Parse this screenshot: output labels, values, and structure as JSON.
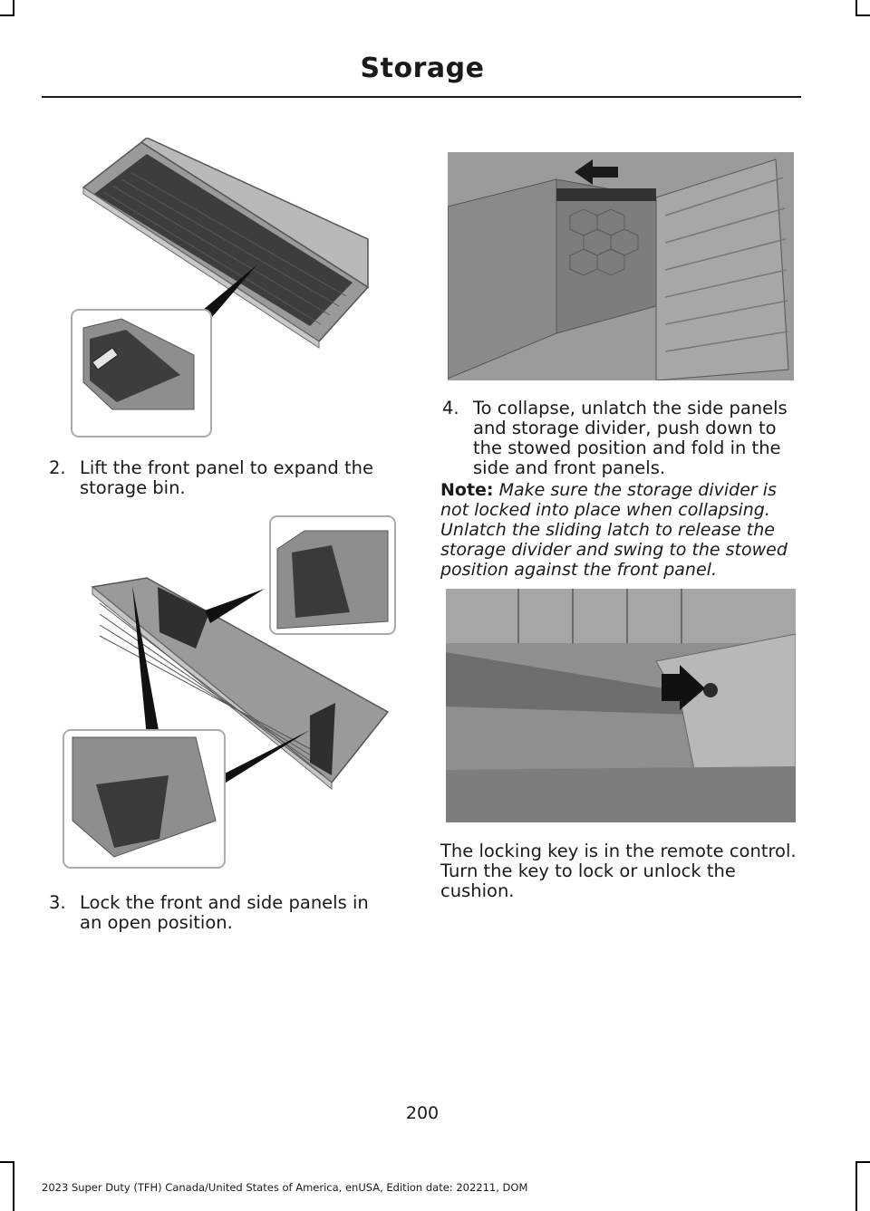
{
  "header": {
    "title": "Storage"
  },
  "steps": [
    {
      "num": "2.",
      "text": "Lift the front panel to expand the storage bin."
    },
    {
      "num": "3.",
      "text": "Lock the front and side panels in an open position."
    },
    {
      "num": "4.",
      "text": "To collapse, unlatch the side panels and storage divider, push down to the stowed position and fold in the side and front panels."
    }
  ],
  "note": {
    "label": "Note:",
    "text": "Make sure the storage divider is not locked into place when collapsing. Unlatch the sliding latch to release the storage divider and swing to the stowed position against the front panel."
  },
  "para": "The locking key is in the remote control. Turn the key to lock or unlock the cushion.",
  "page_number": "200",
  "footer": "2023 Super Duty (TFH) Canada/United States of America, enUSA, Edition date: 202211, DOM",
  "colors": {
    "illustration_gray": "#8e8e8e",
    "dark_panel": "#3a3a3a",
    "text": "#1a1a1a"
  }
}
